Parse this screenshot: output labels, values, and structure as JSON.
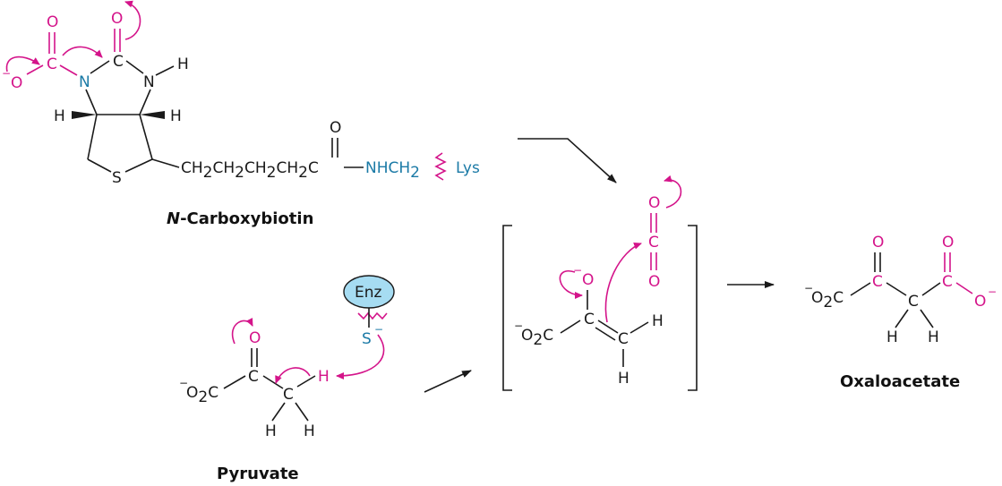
{
  "labels": {
    "n_carboxybiotin_italic": "N",
    "n_carboxybiotin_rest": "-Carboxybiotin",
    "pyruvate": "Pyruvate",
    "oxaloacetate": "Oxaloacetate"
  },
  "enzyme": {
    "name": "Enz",
    "thiolate": "S"
  },
  "atoms": {
    "O": "O",
    "C": "C",
    "N": "N",
    "H": "H",
    "S": "S",
    "chain": "CH2CH2CH2CH2C",
    "nhch2": "NHCH2",
    "lys": "Lys",
    "co2": "O2C"
  },
  "colors": {
    "accent": "#d4148a",
    "nitrogen": "#1b7aa6",
    "enzyme_fill": "#a6dcf2",
    "ink": "#1a1a1a"
  }
}
